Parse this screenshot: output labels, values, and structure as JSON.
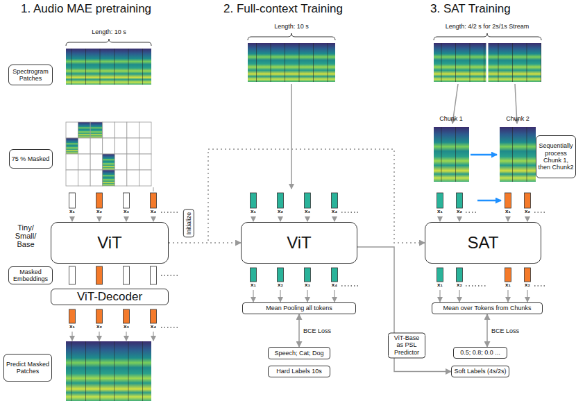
{
  "diagram": {
    "nodes": [
      {
        "text": [
          "Spectrogram Patches"
        ]
      },
      {
        "text": [
          "75 % Masked"
        ]
      },
      {
        "text": [
          "ViT"
        ]
      },
      {
        "text": [
          "Masked Embeddings"
        ]
      },
      {
        "text": [
          "ViT-Decoder"
        ]
      },
      {
        "text": [
          "Predict Masked Patches"
        ]
      },
      {
        "text": [
          "ViT"
        ]
      },
      {
        "text": [
          "Mean Pooling all tokens"
        ]
      },
      {
        "text": [
          "Speech; Cat; Dog"
        ]
      },
      {
        "text": [
          "Hard Labels 10s"
        ]
      },
      {
        "text": [
          "Sequentially process Chunk 1, then Chunk2"
        ]
      },
      {
        "text": [
          "SAT"
        ]
      },
      {
        "text": [
          "Mean over Tokens from Chunks"
        ]
      },
      {
        "text": [
          "0.5; 0.8; 0.0 ..."
        ]
      },
      {
        "text": [
          "Soft Labels (4s/2s)"
        ]
      }
    ],
    "edges": [
      {
        "from": 2,
        "to": 6,
        "arrow": "to",
        "label": "Initialize"
      },
      {
        "from": 2,
        "to": 11,
        "arrow": "to"
      },
      {
        "from": 7,
        "to": 8,
        "arrow": "both",
        "label": "BCE Loss"
      },
      {
        "from": 6,
        "to": 14,
        "arrow": "to",
        "label": "ViT-Base as PSL Predictor"
      },
      {
        "from": 12,
        "to": 13,
        "arrow": "both",
        "label": "BCE Loss"
      }
    ],
    "labels": [
      "1. Audio MAE pretraining",
      "2. Full-context Training",
      "3. SAT Training",
      "Length: 10 s",
      "Length: 10 s",
      "Length: 4/2 s for 2s/1s Stream",
      "Tiny/ Small/ Base",
      "Chunk 1",
      "Chunk 2",
      "x₁",
      "x₂",
      "x₃",
      "x₄",
      "x₁",
      "x₂",
      "x₃",
      "x₄",
      "x₁",
      "x₂",
      "x₃",
      "x₄",
      "x₁",
      "x₂",
      "x₃",
      "x₄",
      "x₁",
      "x₂",
      "x₁",
      "x₂",
      "x₁",
      "x₂",
      "x₁",
      "x₂"
    ]
  }
}
